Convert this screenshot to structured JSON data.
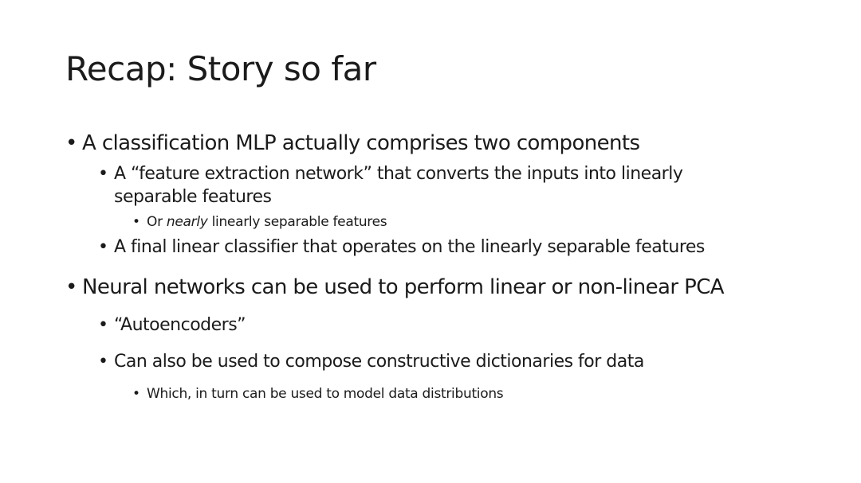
{
  "slide": {
    "title": "Recap: Story so far",
    "bullet_char": "•",
    "items": {
      "b1": "A classification MLP actually comprises two components",
      "b1_1_line1": "A “feature extraction network” that converts the inputs into linearly",
      "b1_1_line2": "separable features",
      "b1_1_1_prefix": "Or ",
      "b1_1_1_emph": "nearly",
      "b1_1_1_suffix": " linearly separable features",
      "b1_2": "A final linear classifier that operates on the linearly separable features",
      "b2": "Neural networks can be used to perform linear or non-linear PCA",
      "b2_1": "“Autoencoders”",
      "b2_2": "Can also be used to compose constructive dictionaries for data",
      "b2_2_1": "Which, in turn can be used to model data distributions"
    }
  }
}
